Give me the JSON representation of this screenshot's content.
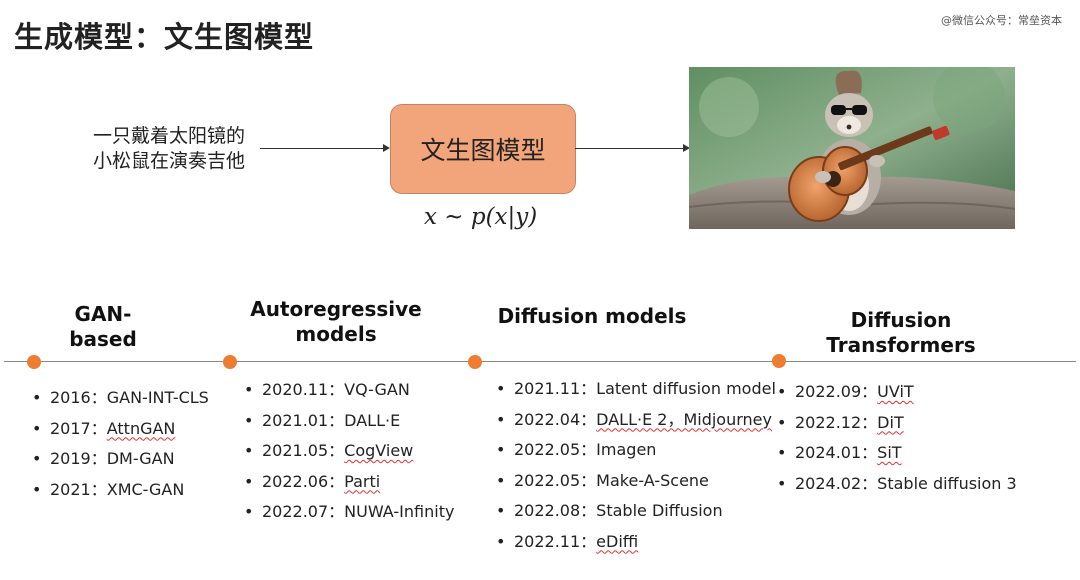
{
  "header": {
    "title": "生成模型：文生图模型",
    "watermark": "@微信公众号：常垒资本"
  },
  "pipeline": {
    "prompt_text": "一只戴着太阳镜的小松鼠在演奏吉他",
    "model_label": "文生图模型",
    "formula": "x ~ p(x|y)"
  },
  "timeline": {
    "eras": [
      {
        "title": "GAN-based",
        "items": [
          {
            "year": "2016：",
            "name": "GAN-INT-CLS"
          },
          {
            "year": "2017：",
            "name": "AttnGAN"
          },
          {
            "year": "2019：",
            "name": "DM-GAN"
          },
          {
            "year": "2021：",
            "name": "XMC-GAN"
          }
        ]
      },
      {
        "title": "Autoregressive models",
        "items": [
          {
            "year": "2020.11：",
            "name": "VQ-GAN"
          },
          {
            "year": "2021.01：",
            "name": "DALL·E"
          },
          {
            "year": "2021.05：",
            "name": "CogView"
          },
          {
            "year": "2022.06：",
            "name": "Parti"
          },
          {
            "year": "2022.07：",
            "name": "NUWA-Infinity"
          }
        ]
      },
      {
        "title": "Diffusion models",
        "items": [
          {
            "year": "2021.11：",
            "name": "Latent diffusion model"
          },
          {
            "year": "2022.04：",
            "name": "DALL·E 2，Midjourney"
          },
          {
            "year": "2022.05：",
            "name": "Imagen"
          },
          {
            "year": "2022.05：",
            "name": "Make-A-Scene"
          },
          {
            "year": "2022.08：",
            "name": "Stable Diffusion"
          },
          {
            "year": "2022.11：",
            "name": "eDiffi"
          }
        ]
      },
      {
        "title": "Diffusion Transformers",
        "items": [
          {
            "year": "2022.09：",
            "name": "UViT"
          },
          {
            "year": "2022.12：",
            "name": "DiT"
          },
          {
            "year": "2024.01：",
            "name": "SiT"
          },
          {
            "year": "2024.02：",
            "name": "Stable diffusion 3"
          }
        ]
      }
    ]
  },
  "colors": {
    "model_box_fill": "#f2a57a",
    "timeline_dot": "#ee7d32"
  }
}
